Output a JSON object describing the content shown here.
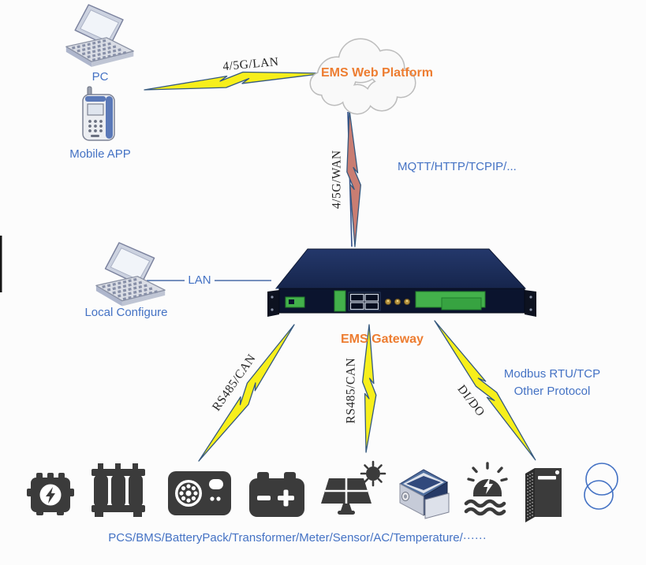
{
  "page": {
    "background": "#fcfcfc"
  },
  "colors": {
    "label_blue": "#4472C4",
    "accent_orange": "#ED7D31",
    "bolt_yellow": "#F7EF1B",
    "bolt_red": "#C97D72",
    "line_blue": "#33508A",
    "icon_dark": "#3B3B3B"
  },
  "nodes": {
    "pc": {
      "label": "PC"
    },
    "mobile_app": {
      "label": "Mobile APP"
    },
    "web_platform": {
      "label": "EMS Web Platform"
    },
    "local_configure": {
      "label": "Local Configure"
    },
    "gateway": {
      "label": "EMS Gateway"
    }
  },
  "links": {
    "pc_to_cloud": {
      "label": "4/5G/LAN"
    },
    "cloud_to_gateway": {
      "label": "4/5G/WAN"
    },
    "laptop_to_gateway": {
      "label": "LAN"
    },
    "gateway_left": {
      "label": "RS485/CAN"
    },
    "gateway_middle": {
      "label": "RS485/CAN"
    },
    "gateway_right": {
      "label": "DI/DO"
    }
  },
  "protocols": {
    "cloud": "MQTT/HTTP/TCPIP/...",
    "field_line1": "Modbus RTU/TCP",
    "field_line2": "Other Protocol"
  },
  "field_devices": {
    "caption": "PCS/BMS/BatteryPack/Transformer/Meter/Sensor/AC/Temperature/······",
    "icons": [
      "pcs",
      "transformer",
      "bms-controller",
      "battery",
      "solar-panel",
      "ac-cabinet",
      "alarm-sensor",
      "server",
      "sensor-rings"
    ]
  }
}
